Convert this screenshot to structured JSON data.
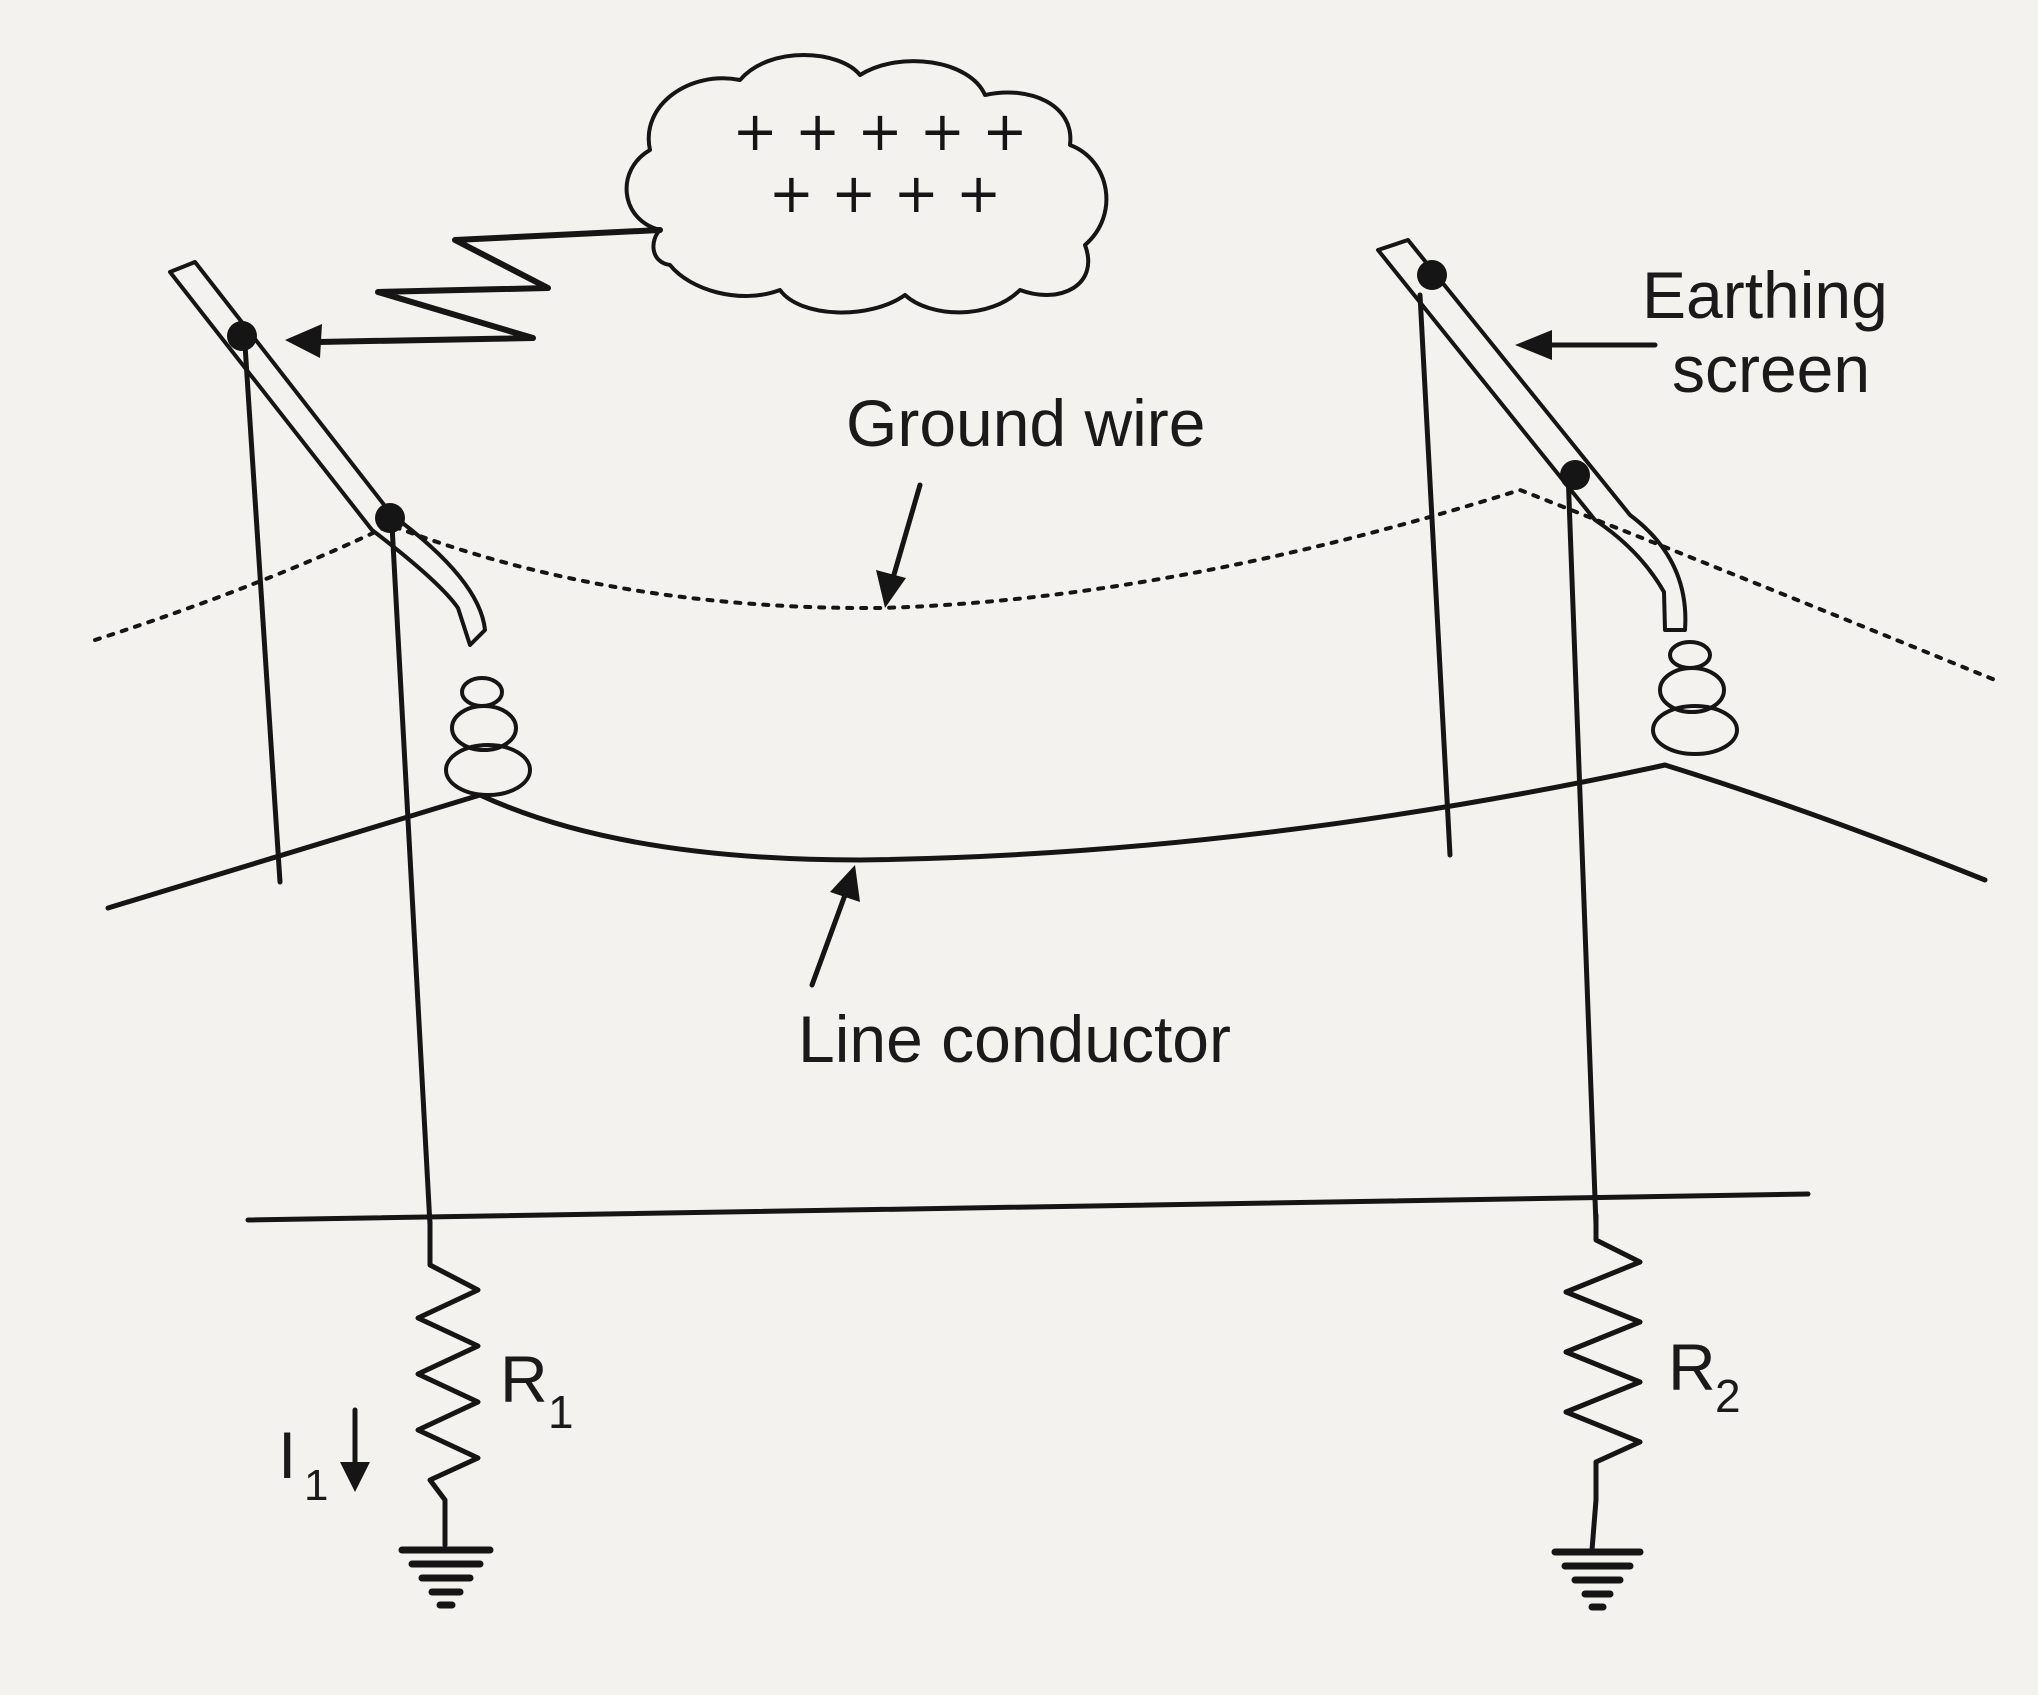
{
  "cloud": {
    "charges_row1": "+ + + + +",
    "charges_row2": "+ + + +"
  },
  "labels": {
    "earthing_screen_line1": "Earthing",
    "earthing_screen_line2": "screen",
    "ground_wire": "Ground wire",
    "line_conductor": "Line conductor",
    "r1": "R",
    "r1_sub": "1",
    "r2": "R",
    "r2_sub": "2",
    "i1": "I",
    "i1_sub": "1"
  },
  "colors": {
    "ink": "#151515",
    "paper": "#f4f2ef"
  }
}
